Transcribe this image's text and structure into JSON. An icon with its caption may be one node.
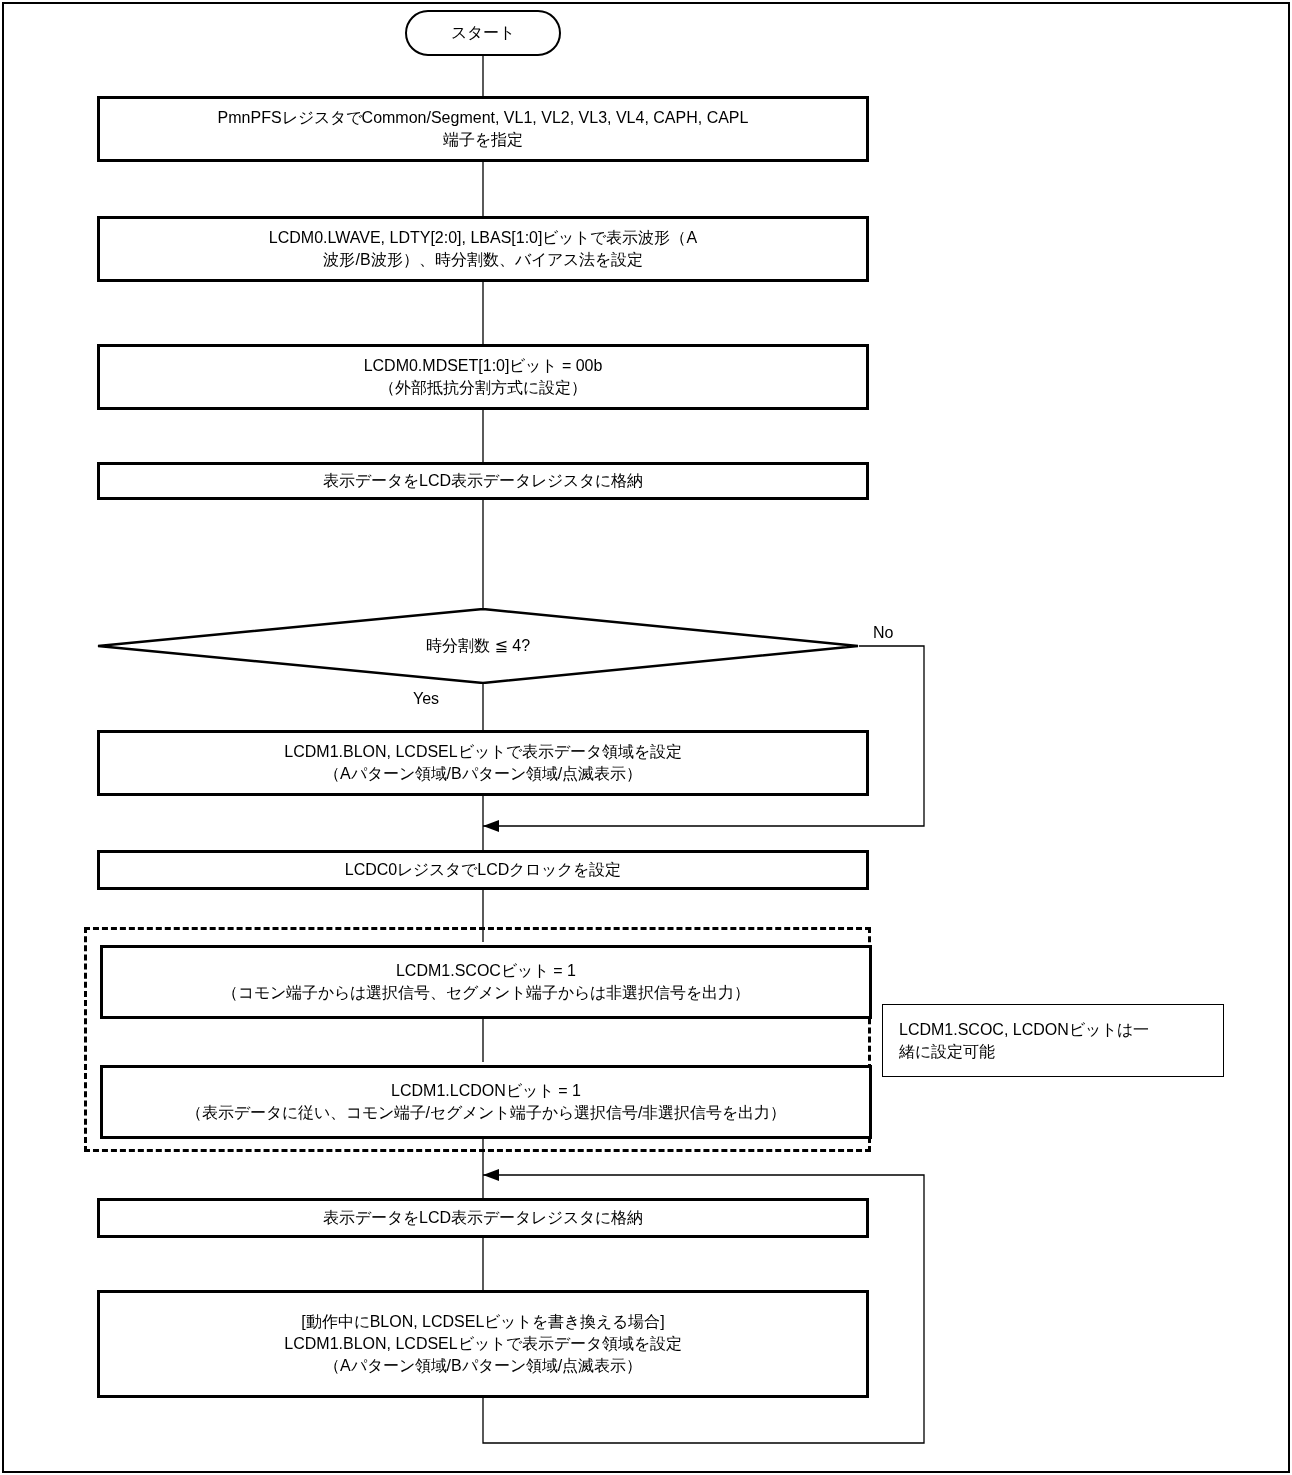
{
  "diagram": {
    "nodes": [
      {
        "text": [
          "スタート"
        ]
      },
      {
        "text": [
          "PmnPFSレジスタでCommon/Segment, VL1, VL2, VL3, VL4, CAPH, CAPL端子を指定"
        ]
      },
      {
        "text": [
          "LCDM0.LWAVE, LDTY[2:0], LBAS[1:0]ビットで表示波形（A波形/B波形）、時分割数、バイアス法を設定"
        ]
      },
      {
        "text": [
          "LCDM0.MDSET[1:0]ビット = 00b",
          "（外部抵抗分割方式に設定）"
        ]
      },
      {
        "text": [
          "表示データをLCD表示データレジスタに格納"
        ]
      },
      {
        "text": [
          "時分割数 ≦ 4?"
        ]
      },
      {
        "text": [
          "LCDM1.BLON, LCDSELビットで表示データ領域を設定",
          "（Aパターン領域/Bパターン領域/点滅表示）"
        ]
      },
      {
        "text": [
          "LCDC0レジスタでLCDクロックを設定"
        ]
      },
      {
        "text": [],
        "shape": "box"
      },
      {
        "text": [
          "LCDM1.SCOCビット = 1",
          "（コモン端子からは選択信号、セグメント端子からは非選択信号を出力）"
        ],
        "in": 8
      },
      {
        "text": [
          "LCDM1.LCDONビット = 1",
          "（表示データに従い、コモン端子/セグメント端子から選択信号/非選択信号を出力）"
        ],
        "in": 8
      },
      {
        "text": [
          "LCDM1.SCOC, LCDONビットは一緒に設定可能"
        ]
      },
      {
        "text": [
          "表示データをLCD表示データレジスタに格納"
        ]
      },
      {
        "text": [
          "[動作中にBLON, LCDSELビットを書き換える場合]",
          "LCDM1.BLON, LCDSELビットで表示データ領域を設定",
          "（Aパターン領域/Bパターン領域/点滅表示）"
        ]
      }
    ],
    "edges": [
      {
        "from": 0,
        "to": 1,
        "arrow": "none"
      },
      {
        "from": 1,
        "to": 2,
        "arrow": "none"
      },
      {
        "from": 2,
        "to": 3,
        "arrow": "none"
      },
      {
        "from": 3,
        "to": 4,
        "arrow": "none"
      },
      {
        "from": 4,
        "to": 5,
        "arrow": "none"
      },
      {
        "from": 5,
        "to": 6,
        "arrow": "none",
        "label": "Yes"
      },
      {
        "from": 5,
        "to": 7,
        "arrow": "to",
        "label": "No"
      },
      {
        "from": 6,
        "to": 7,
        "arrow": "none"
      },
      {
        "from": 7,
        "to": 9,
        "arrow": "none"
      },
      {
        "from": 9,
        "to": 10,
        "arrow": "none"
      },
      {
        "from": 10,
        "to": 12,
        "arrow": "none"
      },
      {
        "from": 12,
        "to": 13,
        "arrow": "none"
      },
      {
        "from": 13,
        "to": 12,
        "arrow": "to"
      }
    ]
  }
}
